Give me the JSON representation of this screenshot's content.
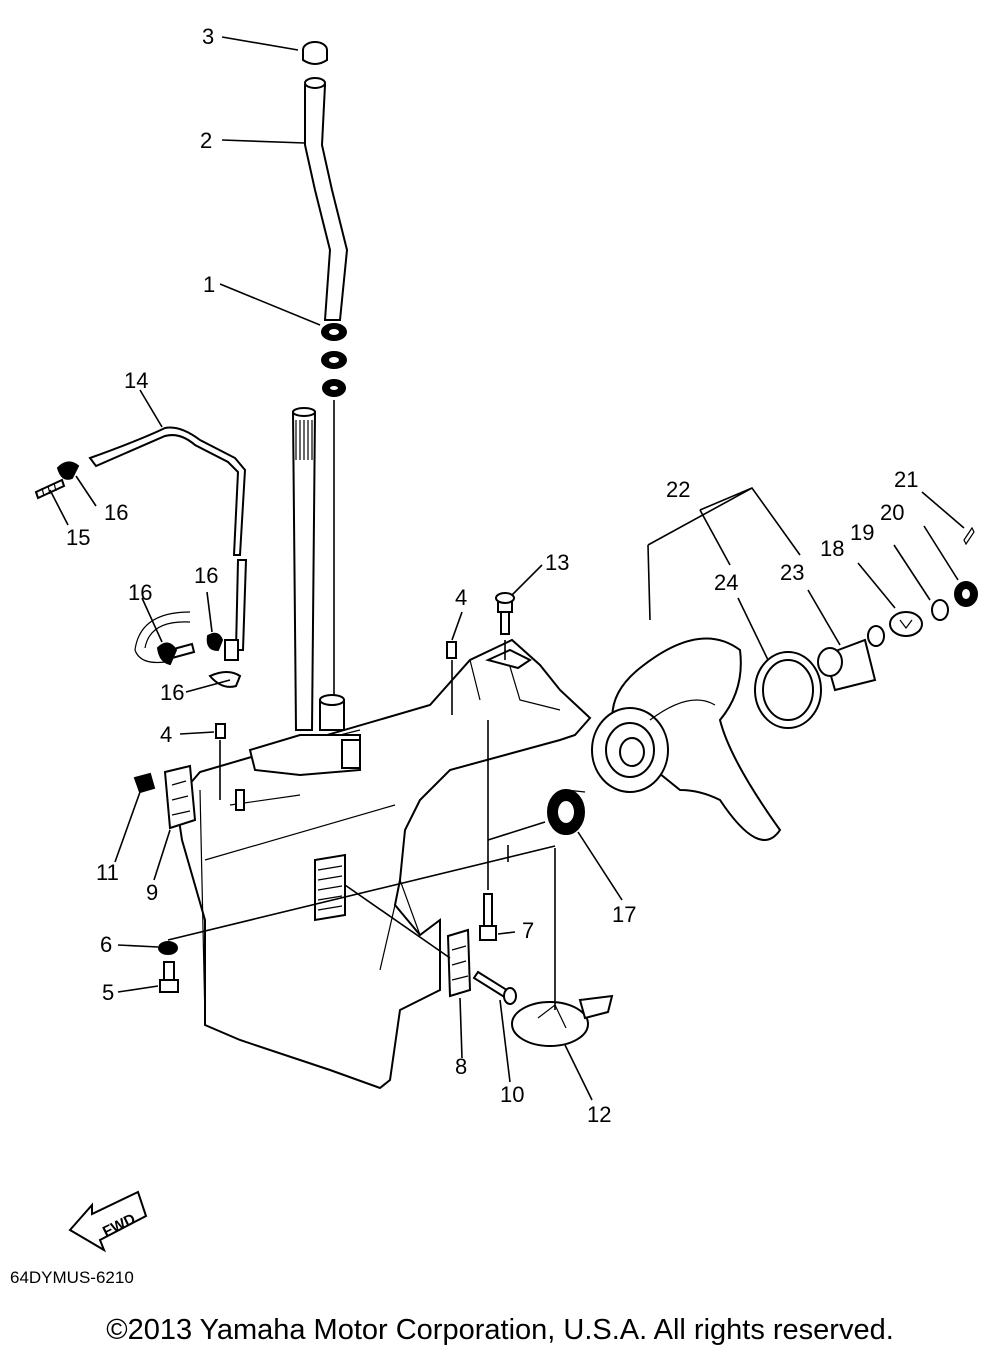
{
  "diagram": {
    "fwd_label": "FWD",
    "code": "64DYMUS-6210",
    "callouts": {
      "p1": "1",
      "p2": "2",
      "p3": "3",
      "p4a": "4",
      "p4b": "4",
      "p5": "5",
      "p6": "6",
      "p7": "7",
      "p8": "8",
      "p9": "9",
      "p10": "10",
      "p11": "11",
      "p12": "12",
      "p13": "13",
      "p14": "14",
      "p15": "15",
      "p16a": "16",
      "p16b": "16",
      "p16c": "16",
      "p16d": "16",
      "p17": "17",
      "p18": "18",
      "p19": "19",
      "p20": "20",
      "p21": "21",
      "p22": "22",
      "p23": "23",
      "p24": "24"
    }
  },
  "footer": {
    "copyright": "©2013 Yamaha Motor Corporation, U.S.A. All rights reserved."
  }
}
